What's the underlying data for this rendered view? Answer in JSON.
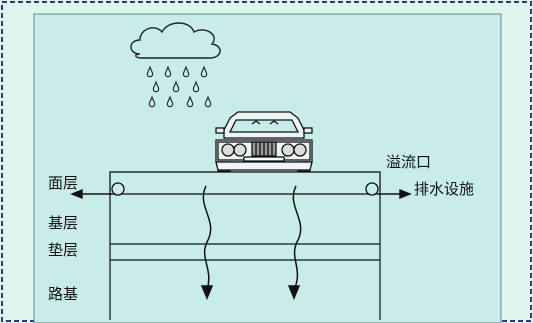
{
  "labels": {
    "surface": "面层",
    "base": "基层",
    "cushion": "垫层",
    "subgrade": "路基",
    "overflow": "溢流口",
    "drainage": "排水设施"
  },
  "icons": [
    "cloud-icon",
    "rain-drop-icon",
    "car-icon",
    "outlet-circle-icon",
    "water-flow-arrow-icon"
  ],
  "colors": {
    "page_bg": "#dff5ef",
    "frame_border": "#2d3a8c",
    "inner_bg": "#c7ece9",
    "line": "#111111"
  }
}
